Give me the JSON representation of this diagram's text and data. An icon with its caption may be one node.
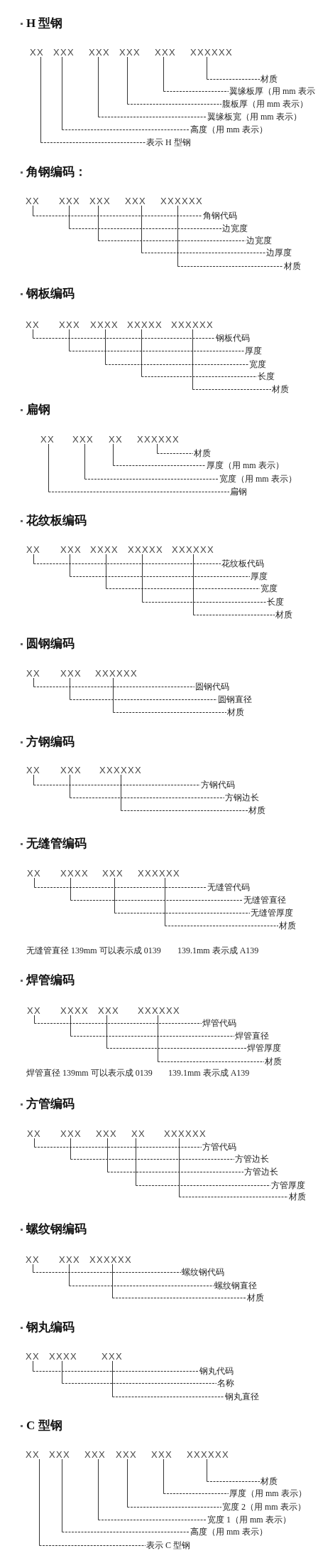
{
  "diagram": {
    "nodes": [
      {
        "text": [
          "XX"
        ]
      },
      {
        "text": [
          "XXX"
        ]
      },
      {
        "text": [
          "XXX"
        ]
      },
      {
        "text": [
          "XXX"
        ]
      },
      {
        "text": [
          "XXX"
        ]
      },
      {
        "text": [
          "XXXXXX"
        ]
      },
      {
        "text": [
          "材质"
        ]
      },
      {
        "text": [
          "翼缘板厚（用 mm 表示"
        ]
      },
      {
        "text": [
          "腹板厚（用 mm 表示）"
        ]
      },
      {
        "text": [
          "翼缘板宽（用 mm 表示）"
        ]
      },
      {
        "text": [
          "高度（用 mm 表示）"
        ]
      },
      {
        "text": [
          "表示 H 型钢"
        ]
      },
      {
        "text": [
          "XX"
        ]
      },
      {
        "text": [
          "XXX"
        ]
      },
      {
        "text": [
          "XXX"
        ]
      },
      {
        "text": [
          "XXX"
        ]
      },
      {
        "text": [
          "XXXXXX"
        ]
      },
      {
        "text": [
          "角钢代码"
        ]
      },
      {
        "text": [
          "边宽度"
        ]
      },
      {
        "text": [
          "边宽度"
        ]
      },
      {
        "text": [
          "边厚度"
        ]
      },
      {
        "text": [
          "材质"
        ]
      },
      {
        "text": [
          "XX"
        ]
      },
      {
        "text": [
          "XXX"
        ]
      },
      {
        "text": [
          "XXXX"
        ]
      },
      {
        "text": [
          "XXXXX"
        ]
      },
      {
        "text": [
          "XXXXXX"
        ]
      },
      {
        "text": [
          "钢板代码"
        ]
      },
      {
        "text": [
          "厚度"
        ]
      },
      {
        "text": [
          "宽度"
        ]
      },
      {
        "text": [
          "长度"
        ]
      },
      {
        "text": [
          "材质"
        ]
      },
      {
        "text": [
          "XX"
        ]
      },
      {
        "text": [
          "XXX"
        ]
      },
      {
        "text": [
          "XX"
        ]
      },
      {
        "text": [
          "XXXXXX"
        ]
      },
      {
        "text": [
          "材质"
        ]
      },
      {
        "text": [
          "厚度（用 mm 表示）"
        ]
      },
      {
        "text": [
          "宽度（用 mm 表示）"
        ]
      },
      {
        "text": [
          "扁钢"
        ]
      },
      {
        "text": [
          "XX"
        ]
      },
      {
        "text": [
          "XXX"
        ]
      },
      {
        "text": [
          "XXXX"
        ]
      },
      {
        "text": [
          "XXXXX"
        ]
      },
      {
        "text": [
          "XXXXXX"
        ]
      },
      {
        "text": [
          "花纹板代码"
        ]
      },
      {
        "text": [
          "厚度"
        ]
      },
      {
        "text": [
          "宽度"
        ]
      },
      {
        "text": [
          "长度"
        ]
      },
      {
        "text": [
          "材质"
        ]
      },
      {
        "text": [
          "XX"
        ]
      },
      {
        "text": [
          "XXX"
        ]
      },
      {
        "text": [
          "XXXXXX"
        ]
      },
      {
        "text": [
          "圆钢代码"
        ]
      },
      {
        "text": [
          "圆钢直径"
        ]
      },
      {
        "text": [
          "材质"
        ]
      },
      {
        "text": [
          "XX"
        ]
      },
      {
        "text": [
          "XXX"
        ]
      },
      {
        "text": [
          "XXXXXX"
        ]
      },
      {
        "text": [
          "方钢代码"
        ]
      },
      {
        "text": [
          "方钢边长"
        ]
      },
      {
        "text": [
          "材质"
        ]
      },
      {
        "text": [
          "XX"
        ]
      },
      {
        "text": [
          "XXXX"
        ]
      },
      {
        "text": [
          "XXX"
        ]
      },
      {
        "text": [
          "XXXXXX"
        ]
      },
      {
        "text": [
          "无缝管代码"
        ]
      },
      {
        "text": [
          "无缝管直径"
        ]
      },
      {
        "text": [
          "无缝管厚度"
        ]
      },
      {
        "text": [
          "材质"
        ]
      },
      {
        "text": [
          "XX"
        ]
      },
      {
        "text": [
          "XXXX"
        ]
      },
      {
        "text": [
          "XXX"
        ]
      },
      {
        "text": [
          "XXXXXX"
        ]
      },
      {
        "text": [
          "焊管代码"
        ]
      },
      {
        "text": [
          "焊管直径"
        ]
      },
      {
        "text": [
          "焊管厚度"
        ]
      },
      {
        "text": [
          "材质"
        ]
      },
      {
        "text": [
          "XX"
        ]
      },
      {
        "text": [
          "XXX"
        ]
      },
      {
        "text": [
          "XXX"
        ]
      },
      {
        "text": [
          "XX"
        ]
      },
      {
        "text": [
          "XXXXXX"
        ]
      },
      {
        "text": [
          "方管代码"
        ]
      },
      {
        "text": [
          "方管边长"
        ]
      },
      {
        "text": [
          "方管边长"
        ]
      },
      {
        "text": [
          "方管厚度"
        ]
      },
      {
        "text": [
          "材质"
        ]
      },
      {
        "text": [
          "XX"
        ]
      },
      {
        "text": [
          "XXX"
        ]
      },
      {
        "text": [
          "XXXXXX"
        ]
      },
      {
        "text": [
          "螺纹钢代码"
        ]
      },
      {
        "text": [
          "螺纹钢直径"
        ]
      },
      {
        "text": [
          "材质"
        ]
      },
      {
        "text": [
          "XX"
        ]
      },
      {
        "text": [
          "XXXX"
        ]
      },
      {
        "text": [
          "XXX"
        ]
      },
      {
        "text": [
          "钢丸代码"
        ]
      },
      {
        "text": [
          "名称"
        ]
      },
      {
        "text": [
          "钢丸直径"
        ]
      },
      {
        "text": [
          "XX"
        ]
      },
      {
        "text": [
          "XXX"
        ]
      },
      {
        "text": [
          "XXX"
        ]
      },
      {
        "text": [
          "XXX"
        ]
      },
      {
        "text": [
          "XXX"
        ]
      },
      {
        "text": [
          "XXXXXX"
        ]
      },
      {
        "text": [
          "材质"
        ]
      },
      {
        "text": [
          "厚度（用 mm 表示）"
        ]
      },
      {
        "text": [
          "宽度 2（用 mm 表示）"
        ]
      },
      {
        "text": [
          "宽度 1（用 mm 表示）"
        ]
      },
      {
        "text": [
          "高度（用 mm 表示）"
        ]
      },
      {
        "text": [
          "表示 C 型钢"
        ]
      }
    ],
    "edges": [
      {
        "from": 0,
        "to": 11,
        "arrow": "none"
      },
      {
        "from": 1,
        "to": 10,
        "arrow": "none"
      },
      {
        "from": 2,
        "to": 9,
        "arrow": "none"
      },
      {
        "from": 3,
        "to": 8,
        "arrow": "none"
      },
      {
        "from": 4,
        "to": 7,
        "arrow": "none"
      },
      {
        "from": 5,
        "to": 6,
        "arrow": "none"
      },
      {
        "from": 12,
        "to": 17,
        "arrow": "none"
      },
      {
        "from": 13,
        "to": 18,
        "arrow": "none"
      },
      {
        "from": 14,
        "to": 19,
        "arrow": "none"
      },
      {
        "from": 15,
        "to": 20,
        "arrow": "none"
      },
      {
        "from": 16,
        "to": 21,
        "arrow": "none"
      },
      {
        "from": 22,
        "to": 27,
        "arrow": "none"
      },
      {
        "from": 23,
        "to": 28,
        "arrow": "none"
      },
      {
        "from": 24,
        "to": 29,
        "arrow": "none"
      },
      {
        "from": 25,
        "to": 30,
        "arrow": "none"
      },
      {
        "from": 26,
        "to": 31,
        "arrow": "none"
      },
      {
        "from": 32,
        "to": 39,
        "arrow": "none"
      },
      {
        "from": 33,
        "to": 38,
        "arrow": "none"
      },
      {
        "from": 34,
        "to": 37,
        "arrow": "none"
      },
      {
        "from": 35,
        "to": 36,
        "arrow": "none"
      },
      {
        "from": 40,
        "to": 45,
        "arrow": "none"
      },
      {
        "from": 41,
        "to": 46,
        "arrow": "none"
      },
      {
        "from": 42,
        "to": 47,
        "arrow": "none"
      },
      {
        "from": 43,
        "to": 48,
        "arrow": "none"
      },
      {
        "from": 44,
        "to": 49,
        "arrow": "none"
      },
      {
        "from": 50,
        "to": 53,
        "arrow": "none"
      },
      {
        "from": 51,
        "to": 54,
        "arrow": "none"
      },
      {
        "from": 52,
        "to": 55,
        "arrow": "none"
      },
      {
        "from": 56,
        "to": 59,
        "arrow": "none"
      },
      {
        "from": 57,
        "to": 60,
        "arrow": "none"
      },
      {
        "from": 58,
        "to": 61,
        "arrow": "none"
      },
      {
        "from": 62,
        "to": 66,
        "arrow": "none"
      },
      {
        "from": 63,
        "to": 67,
        "arrow": "none"
      },
      {
        "from": 64,
        "to": 68,
        "arrow": "none"
      },
      {
        "from": 65,
        "to": 69,
        "arrow": "none"
      },
      {
        "from": 70,
        "to": 74,
        "arrow": "none"
      },
      {
        "from": 71,
        "to": 75,
        "arrow": "none"
      },
      {
        "from": 72,
        "to": 76,
        "arrow": "none"
      },
      {
        "from": 73,
        "to": 77,
        "arrow": "none"
      },
      {
        "from": 78,
        "to": 83,
        "arrow": "none"
      },
      {
        "from": 79,
        "to": 84,
        "arrow": "none"
      },
      {
        "from": 80,
        "to": 85,
        "arrow": "none"
      },
      {
        "from": 81,
        "to": 86,
        "arrow": "none"
      },
      {
        "from": 82,
        "to": 87,
        "arrow": "none"
      },
      {
        "from": 88,
        "to": 91,
        "arrow": "none"
      },
      {
        "from": 89,
        "to": 92,
        "arrow": "none"
      },
      {
        "from": 90,
        "to": 93,
        "arrow": "none"
      },
      {
        "from": 94,
        "to": 97,
        "arrow": "none"
      },
      {
        "from": 95,
        "to": 98,
        "arrow": "none"
      },
      {
        "from": 96,
        "to": 99,
        "arrow": "none"
      },
      {
        "from": 100,
        "to": 111,
        "arrow": "none"
      },
      {
        "from": 101,
        "to": 110,
        "arrow": "none"
      },
      {
        "from": 102,
        "to": 109,
        "arrow": "none"
      },
      {
        "from": 103,
        "to": 108,
        "arrow": "none"
      },
      {
        "from": 104,
        "to": 107,
        "arrow": "none"
      },
      {
        "from": 105,
        "to": 106,
        "arrow": "none"
      }
    ],
    "labels": [
      "H 型钢",
      "角钢编码：",
      "钢板编码",
      "扁钢",
      "花纹板编码",
      "圆钢编码",
      "方钢编码",
      "无缝管编码",
      "无缝管直径 139mm 可以表示成 0139",
      "139.1mm 表示成 A139",
      "焊管编码",
      "焊管直径 139mm 可以表示成 0139",
      "139.1mm 表示成 A139",
      "方管编码",
      "螺纹钢编码",
      "钢丸编码",
      "C 型钢"
    ]
  }
}
